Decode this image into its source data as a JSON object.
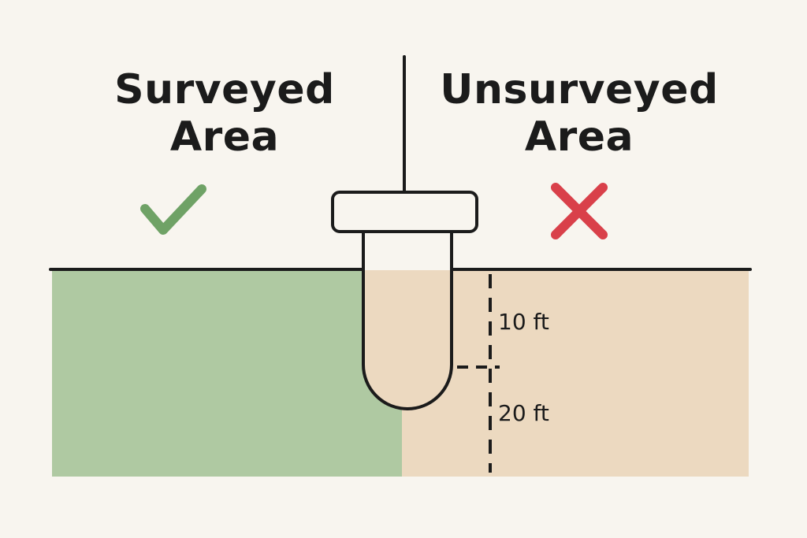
{
  "headings": {
    "surveyed": {
      "line1": "Surveyed",
      "line2": "Area"
    },
    "unsurveyed": {
      "line1": "Unsurveyed",
      "line2": "Area"
    }
  },
  "icons": {
    "surveyed_status": "check-icon",
    "unsurveyed_status": "cross-icon"
  },
  "depth_markers": [
    {
      "label": "10 ft"
    },
    {
      "label": "20 ft"
    }
  ],
  "colors": {
    "background": "#f8f5ef",
    "surveyed_fill": "#afc9a2",
    "unsurveyed_fill": "#ecd9c0",
    "check": "#6fa266",
    "cross": "#d9404a",
    "ink": "#1b1b1b"
  }
}
